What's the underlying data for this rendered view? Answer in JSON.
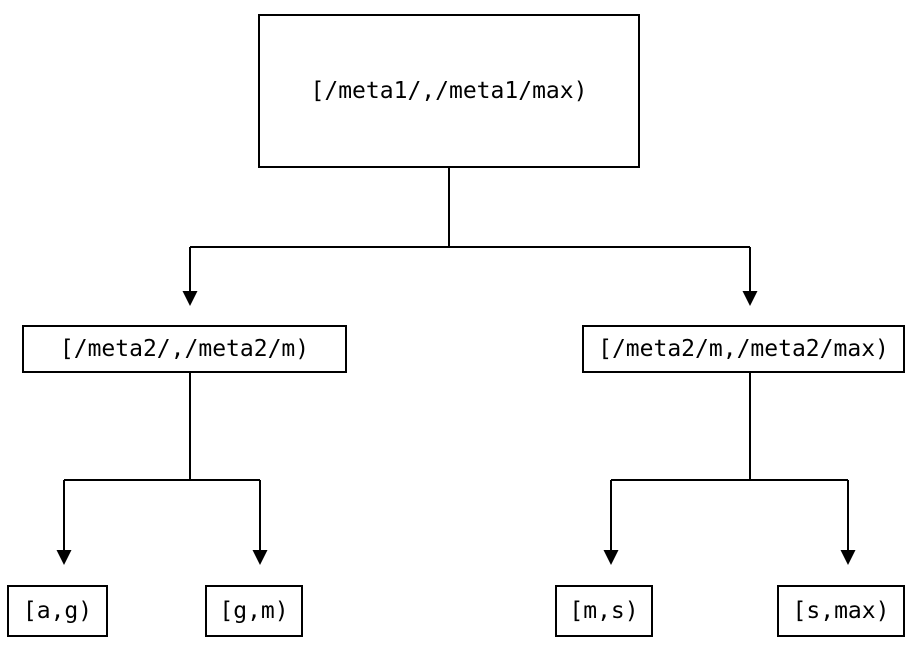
{
  "diagram": {
    "type": "tree",
    "description": "Two-level range partition tree",
    "colors": {
      "background": "#ffffff",
      "line": "#000000",
      "text": "#000000"
    },
    "nodes": {
      "root": {
        "label": "[/meta1/,/meta1/max)"
      },
      "l2_left": {
        "label": "[/meta2/,/meta2/m)"
      },
      "l2_right": {
        "label": "[/meta2/m,/meta2/max)"
      },
      "leaf_ag": {
        "label": "[a,g)"
      },
      "leaf_gm": {
        "label": "[g,m)"
      },
      "leaf_ms": {
        "label": "[m,s)"
      },
      "leaf_smax": {
        "label": "[s,max)"
      }
    },
    "edges": [
      {
        "from": "root",
        "to": "l2_left"
      },
      {
        "from": "root",
        "to": "l2_right"
      },
      {
        "from": "l2_left",
        "to": "leaf_ag"
      },
      {
        "from": "l2_left",
        "to": "leaf_gm"
      },
      {
        "from": "l2_right",
        "to": "leaf_ms"
      },
      {
        "from": "l2_right",
        "to": "leaf_smax"
      }
    ]
  }
}
